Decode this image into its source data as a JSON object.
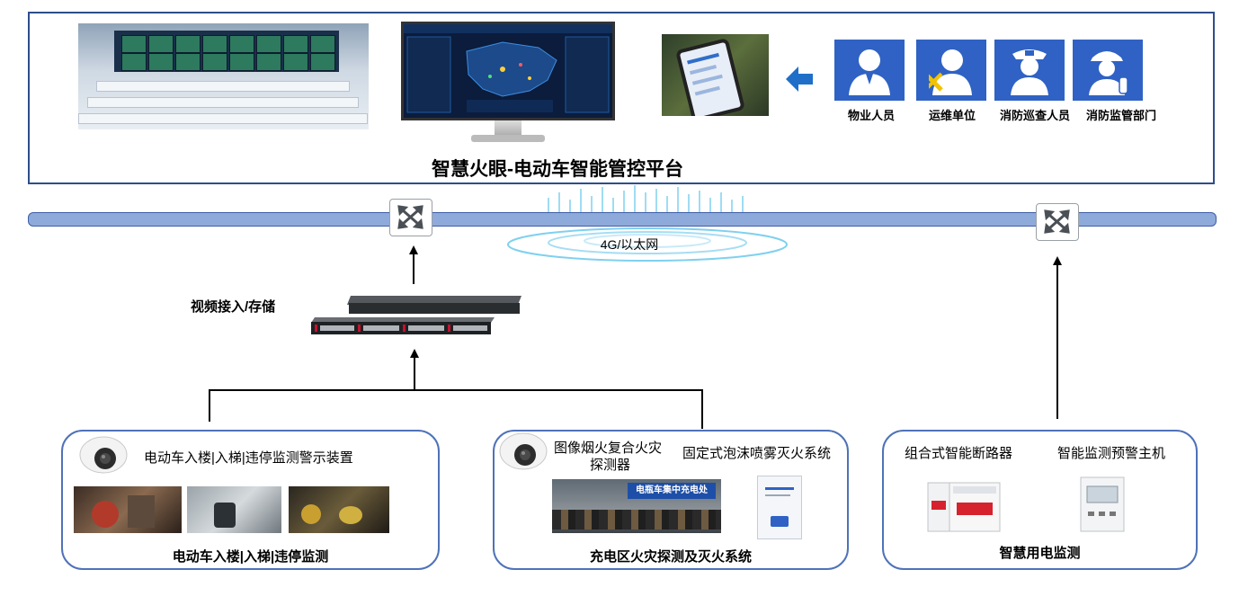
{
  "platform": {
    "title": "智慧火眼-电动车智能管控平台"
  },
  "roles": [
    {
      "label": "物业人员",
      "icon": "person-icon"
    },
    {
      "label": "运维单位",
      "icon": "maintenance-worker-icon"
    },
    {
      "label": "消防巡查人员",
      "icon": "police-officer-icon"
    },
    {
      "label": "消防监管部门",
      "icon": "firefighter-icon"
    }
  ],
  "network": {
    "label": "4G/以太网"
  },
  "storage": {
    "label": "视频接入/存储"
  },
  "boxes": {
    "ev_monitor": {
      "device_label": "电动车入楼|入梯|违停监测警示装置",
      "title": "电动车入楼|入梯|违停监测"
    },
    "charging": {
      "detector_label_line1": "图像烟火复合火灾",
      "detector_label_line2": "探测器",
      "extinguish_label": "固定式泡沫喷雾灭火系统",
      "sign_text": "电瓶车集中充电处",
      "title": "充电区火灾探测及灭火系统"
    },
    "power": {
      "breaker_label": "组合式智能断路器",
      "host_label": "智能监测预警主机",
      "title": "智慧用电监测"
    }
  },
  "colors": {
    "frame": "#2e4d8c",
    "network_bar": "#8eaadb",
    "role_tile": "#2f62c4",
    "box_border": "#4f72b8",
    "arrow_blue": "#1f6fc9"
  }
}
